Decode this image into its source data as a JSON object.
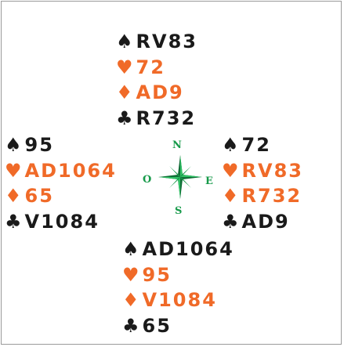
{
  "compass": {
    "n": "N",
    "s": "S",
    "o": "O",
    "e": "E"
  },
  "suit_symbols": {
    "spades": "♠",
    "hearts": "♥",
    "diamonds": "♦",
    "clubs": "♣"
  },
  "colors": {
    "black": "#1a1a1a",
    "red": "#f06a28",
    "compass_green": "#179a4a"
  },
  "hands": {
    "north": {
      "spades": "RV83",
      "hearts": "72",
      "diamonds": "AD9",
      "clubs": "R732"
    },
    "west": {
      "spades": "95",
      "hearts": "AD1064",
      "diamonds": "65",
      "clubs": "V1084"
    },
    "east": {
      "spades": "72",
      "hearts": "RV83",
      "diamonds": "R732",
      "clubs": "AD9"
    },
    "south": {
      "spades": "AD1064",
      "hearts": "95",
      "diamonds": "V1084",
      "clubs": "65"
    }
  }
}
